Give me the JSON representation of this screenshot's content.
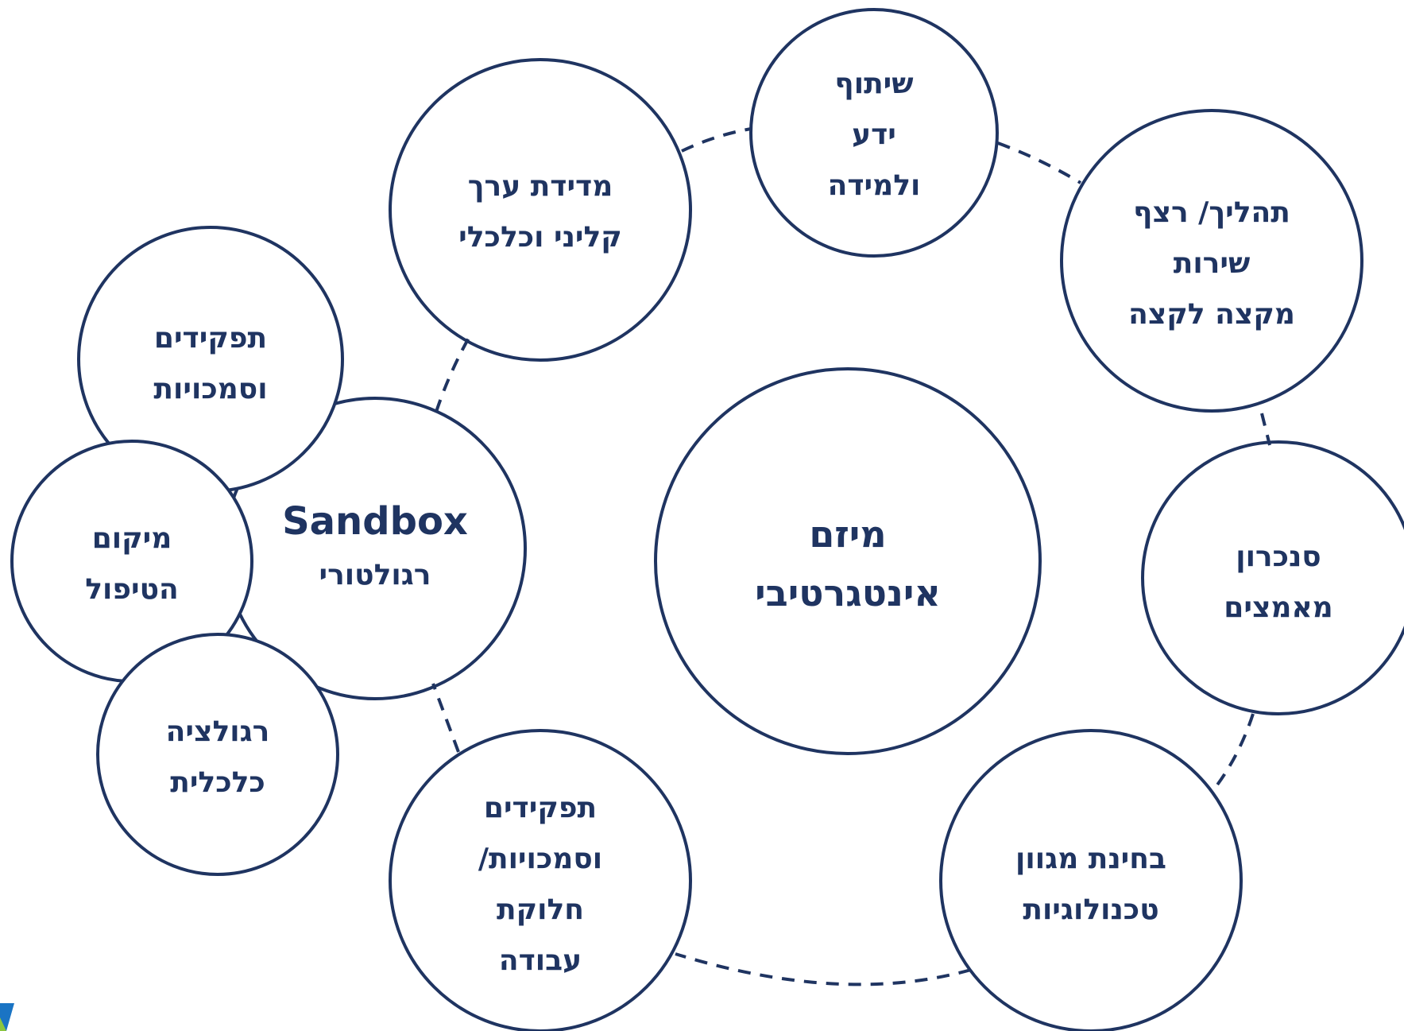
{
  "colors": {
    "stroke": "#1f3461",
    "text": "#1f3461",
    "background": "#ffffff",
    "logo_blue": "#1a74c4",
    "logo_green": "#8cc63f"
  },
  "nodes": {
    "center": {
      "line1": "מיזם",
      "line2": "אינטגרטיבי"
    },
    "knowledge": {
      "line1": "שיתוף",
      "line2": "ידע",
      "line3": "ולמידה"
    },
    "value": {
      "line1": "מדידת ערך",
      "line2": "קליני וכלכלי"
    },
    "process": {
      "line1": "תהליך/ רצף",
      "line2": "שירות",
      "line3": "מקצה לקצה"
    },
    "sync": {
      "line1": "סנכרון",
      "line2": "מאמצים"
    },
    "tech": {
      "line1": "בחינת מגוון",
      "line2": "טכנולוגיות"
    },
    "roles_bottom": {
      "line1": "תפקידים",
      "line2": "וסמכויות/",
      "line3": "חלוקת",
      "line4": "עבודה"
    },
    "sandbox": {
      "line1": "Sandbox",
      "line2": "רגולטורי"
    },
    "roles_left": {
      "line1": "תפקידים",
      "line2": "וסמכויות"
    },
    "location": {
      "line1": "מיקום",
      "line2": "הטיפול"
    },
    "econ": {
      "line1": "רגולציה",
      "line2": "כלכלית"
    }
  },
  "logo": {
    "icon": "partial-logo-icon"
  }
}
